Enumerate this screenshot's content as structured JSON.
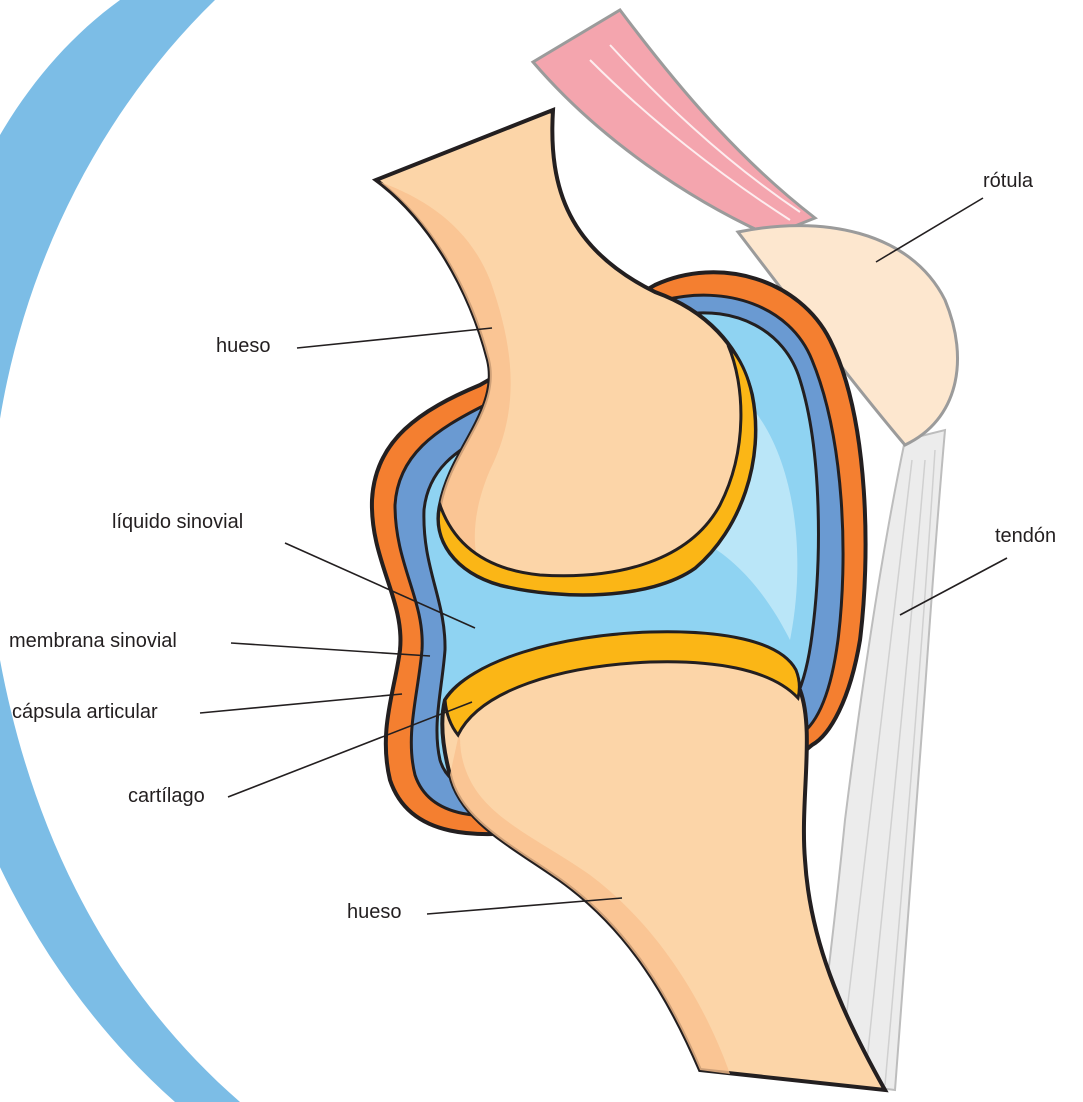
{
  "labels": {
    "rotula": "rótula",
    "hueso_superior": "hueso",
    "tendon": "tendón",
    "liquido_sinovial": "líquido sinovial",
    "membrana_sinovial": "membrana sinovial",
    "capsula_articular": "cápsula articular",
    "cartilago": "cartílago",
    "hueso_inferior": "hueso"
  },
  "colors": {
    "background_arc": "#7cbde6",
    "bone": "#fcd5a8",
    "bone_shadow": "#f9c08f",
    "articular_capsule": "#f47f30",
    "synovial_membrane": "#6a9ad2",
    "synovial_fluid": "#8fd3f2",
    "cartilage": "#fbb616",
    "muscle": "#f4a5ae",
    "patella": "#fde7cf",
    "tendon": "#ececec",
    "outline": "#231f20"
  }
}
